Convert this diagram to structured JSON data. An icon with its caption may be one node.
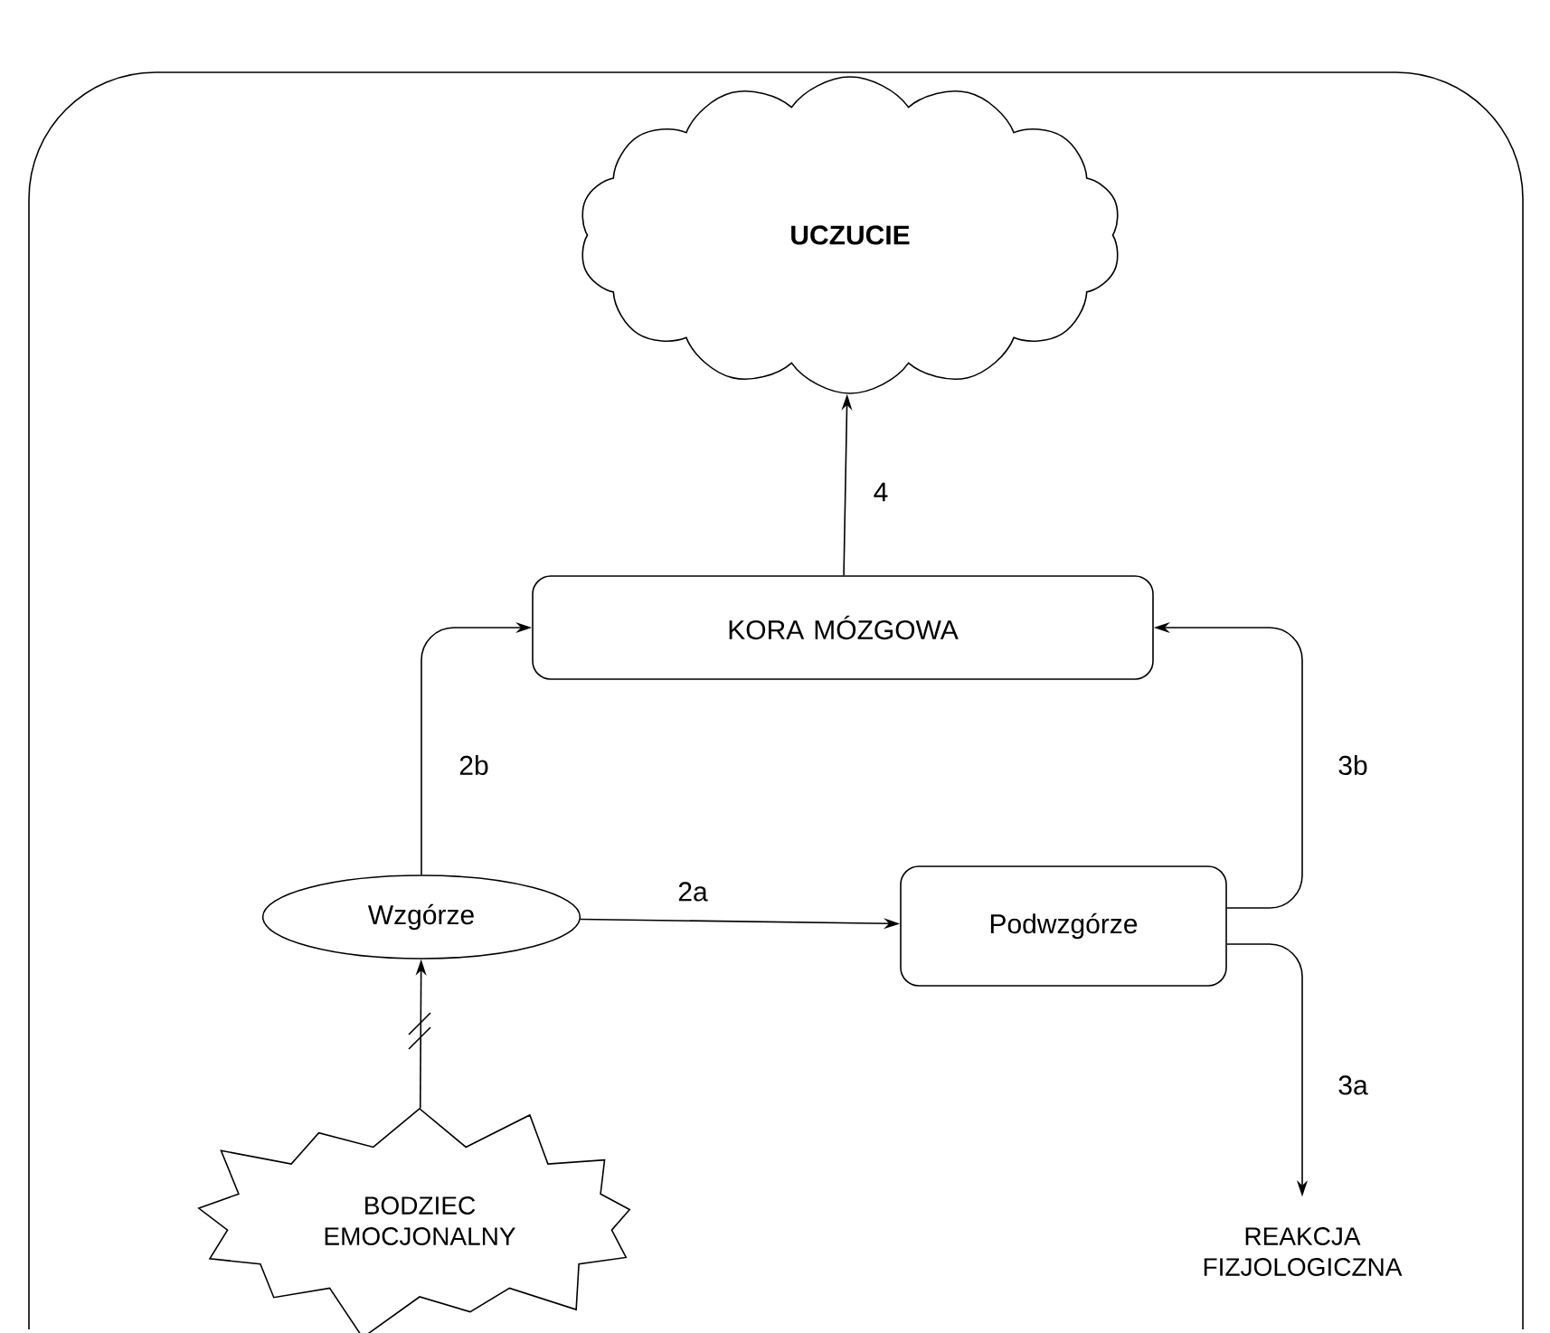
{
  "diagram": {
    "nodes": [
      {
        "text": [
          "UCZUCIE"
        ]
      },
      {
        "text": [
          "KORA MÓZGOWA"
        ]
      },
      {
        "text": [
          "Wzgórze"
        ]
      },
      {
        "text": [
          "Podwzgórze"
        ]
      },
      {
        "text": [
          "REAKCJA FIZJOLOGICZNA"
        ]
      },
      {
        "text": [
          "BODZIEC EMOCJONALNY"
        ]
      }
    ],
    "edges": [
      {
        "from": 1,
        "to": 0,
        "arrow": "to",
        "label": "4"
      },
      {
        "from": 2,
        "to": 1,
        "arrow": "to",
        "label": "2b"
      },
      {
        "from": 2,
        "to": 3,
        "arrow": "to",
        "label": "2a"
      },
      {
        "from": 3,
        "to": 1,
        "arrow": "to",
        "label": "3b"
      },
      {
        "from": 3,
        "to": 4,
        "arrow": "to",
        "label": "3a"
      },
      {
        "from": 5,
        "to": 2,
        "arrow": "to"
      }
    ]
  }
}
